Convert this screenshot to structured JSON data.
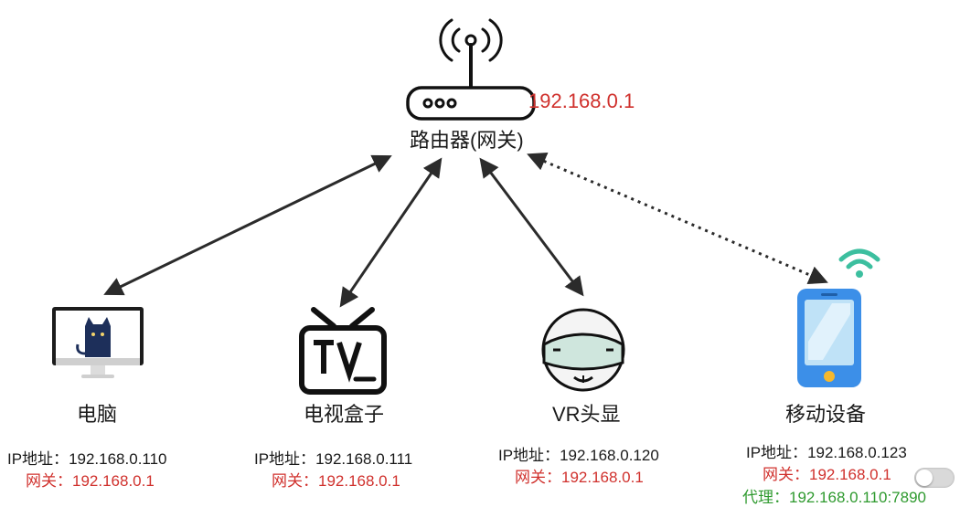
{
  "router": {
    "label": "路由器(网关)",
    "ip": "192.168.0.1"
  },
  "devices": [
    {
      "name": "电脑",
      "ip_label": "IP地址：",
      "ip": "192.168.0.110",
      "gateway_label": "网关：",
      "gateway": "192.168.0.1"
    },
    {
      "name": "电视盒子",
      "ip_label": "IP地址：",
      "ip": "192.168.0.111",
      "gateway_label": "网关：",
      "gateway": "192.168.0.1"
    },
    {
      "name": "VR头显",
      "ip_label": "IP地址：",
      "ip": "192.168.0.120",
      "gateway_label": "网关：",
      "gateway": "192.168.0.1"
    },
    {
      "name": "移动设备",
      "ip_label": "IP地址：",
      "ip": "192.168.0.123",
      "gateway_label": "网关：",
      "gateway": "192.168.0.1",
      "proxy_label": "代理：",
      "proxy": "192.168.0.110:7890"
    }
  ],
  "colors": {
    "gateway_text": "#d0312d",
    "proxy_text": "#2f9a2f",
    "wifi_icon": "#3cbf9f",
    "phone_body": "#3c8fe8"
  }
}
